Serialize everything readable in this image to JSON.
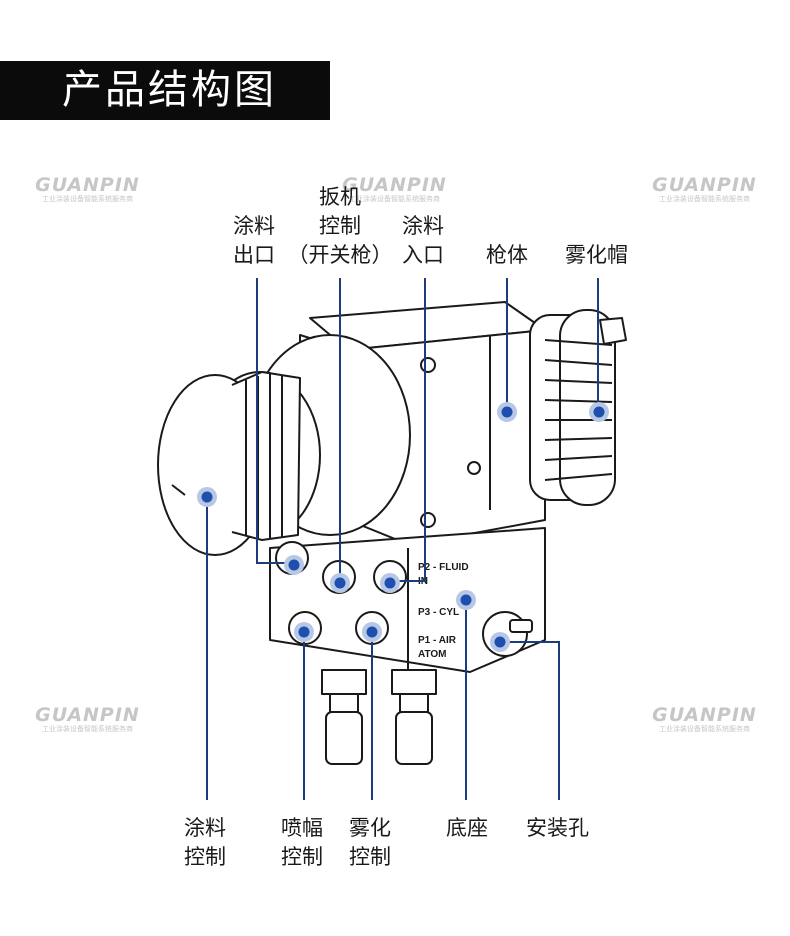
{
  "title": "产品结构图",
  "labels": {
    "fluid_outlet": [
      "涂料",
      "出口"
    ],
    "trigger_control": [
      "扳机",
      "控制",
      "（开关枪）"
    ],
    "fluid_inlet": [
      "涂料",
      "入口"
    ],
    "gun_body": "枪体",
    "air_cap": "雾化帽",
    "fluid_control": [
      "涂料",
      "控制"
    ],
    "fan_control": [
      "喷幅",
      "控制"
    ],
    "atomizing_control": [
      "雾化",
      "控制"
    ],
    "base": "底座",
    "mounting_hole": "安装孔"
  },
  "port_markings": {
    "p2": [
      "P2 - FLUID",
      "IN"
    ],
    "p3": "P3 - CYL",
    "p1": [
      "P1 - AIR",
      "ATOM"
    ]
  },
  "watermark": {
    "brand": "GUANPIN",
    "sub": "工业涂装设备智能系统服务商"
  },
  "colors": {
    "title_bg": "#0b0b0b",
    "title_text": "#ffffff",
    "leader_line": "#1b3d7a",
    "dot": "#1e4fae",
    "dot_halo": "#b7c7e6",
    "drawing_stroke": "#1a1a1a",
    "watermark": "#c6c6c6"
  }
}
